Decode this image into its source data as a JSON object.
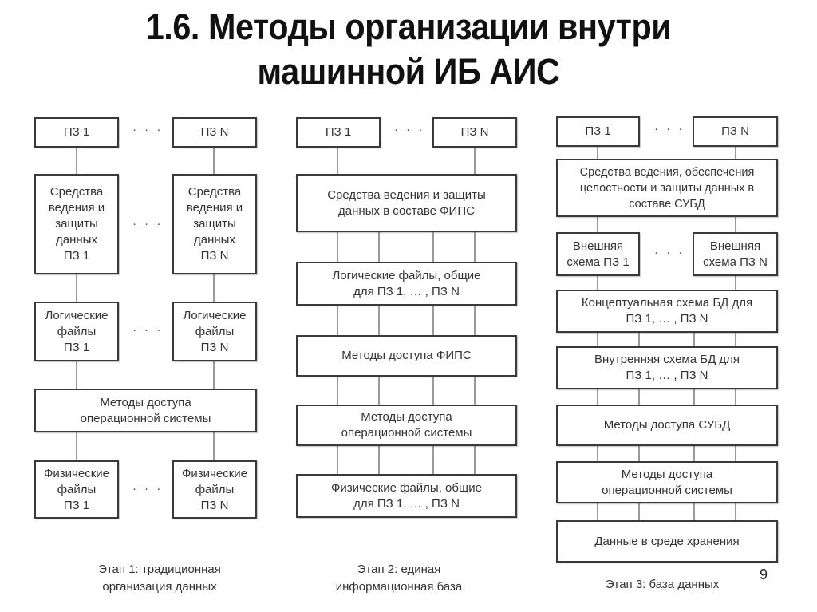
{
  "title": "1.6. Методы организации внутри\nмашинной ИБ АИС",
  "dots": "· · ·",
  "page_number": "9",
  "stage1": {
    "pz1": "ПЗ 1",
    "pzn": "ПЗ N",
    "means1": "Средства\nведения и\nзащиты\nданных\nПЗ 1",
    "meansn": "Средства\nведения и\nзащиты\nданных\nПЗ N",
    "logical1": "Логические\nфайлы\nПЗ 1",
    "logicaln": "Логические\nфайлы\nПЗ N",
    "os_access": "Методы доступа\nоперационной системы",
    "physical1": "Физические\nфайлы\nПЗ 1",
    "physicaln": "Физические\nфайлы\nПЗ N",
    "caption": "Этап 1: традиционная\nорганизация данных"
  },
  "stage2": {
    "pz1": "ПЗ 1",
    "pzn": "ПЗ N",
    "fips_means": "Средства ведения и защиты\nданных в составе ФИПС",
    "logical_common": "Логические файлы, общие\nдля ПЗ 1, … , ПЗ N",
    "fips_access": "Методы доступа ФИПС",
    "os_access": "Методы доступа\nоперационной системы",
    "physical_common": "Физические файлы, общие\nдля ПЗ 1, … , ПЗ N",
    "caption": "Этап 2: единая\nинформационная база"
  },
  "stage3": {
    "pz1": "ПЗ 1",
    "pzn": "ПЗ N",
    "dbms_means": "Средства ведения, обеспечения\nцелостности и защиты данных в\nсоставе СУБД",
    "external1": "Внешняя\nсхема ПЗ 1",
    "externaln": "Внешняя\nсхема ПЗ N",
    "conceptual": "Концептуальная схема БД для\nПЗ 1, … , ПЗ N",
    "internal": "Внутренняя схема БД для\nПЗ 1, … , ПЗ N",
    "dbms_access": "Методы доступа СУБД",
    "os_access": "Методы доступа\nоперационной системы",
    "storage": "Данные в среде хранения",
    "caption": "Этап 3: база данных"
  }
}
